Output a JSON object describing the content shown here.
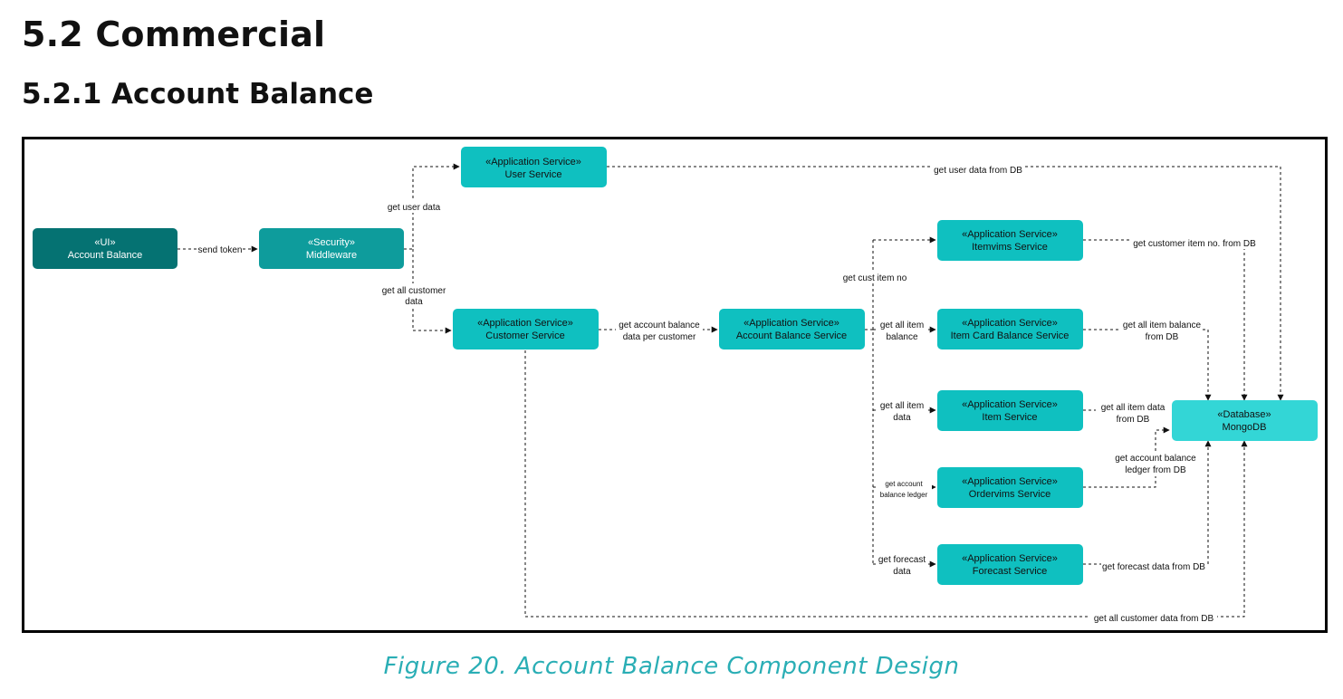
{
  "heading": "5.2 Commercial",
  "subheading": "5.2.1 Account Balance",
  "caption": "Figure 20. Account Balance Component Design",
  "colors": {
    "ui_box": "#057272",
    "security_box": "#0e9c9c",
    "service_box": "#0fc0c0",
    "database_box": "#33d6d6",
    "caption": "#2aaeb5"
  },
  "nodes": {
    "ui": {
      "stereotype": "«UI»",
      "name": "Account Balance"
    },
    "security": {
      "stereotype": "«Security»",
      "name": "Middleware"
    },
    "user_service": {
      "stereotype": "«Application Service»",
      "name": "User Service"
    },
    "customer_service": {
      "stereotype": "«Application Service»",
      "name": "Customer Service"
    },
    "account_balance_service": {
      "stereotype": "«Application Service»",
      "name": "Account Balance Service"
    },
    "itemvims_service": {
      "stereotype": "«Application Service»",
      "name": "Itemvims Service"
    },
    "item_card_balance_service": {
      "stereotype": "«Application Service»",
      "name": "Item Card Balance Service"
    },
    "item_service": {
      "stereotype": "«Application Service»",
      "name": "Item Service"
    },
    "ordervims_service": {
      "stereotype": "«Application Service»",
      "name": "Ordervims Service"
    },
    "forecast_service": {
      "stereotype": "«Application Service»",
      "name": "Forecast Service"
    },
    "mongodb": {
      "stereotype": "«Database»",
      "name": "MongoDB"
    }
  },
  "edges": {
    "send_token": "send token",
    "get_user_data": "get user data",
    "get_all_customer_data": [
      "get all customer",
      "data"
    ],
    "get_account_balance_data": [
      "get account balance",
      "data per customer"
    ],
    "get_cust_item_no": "get cust item no",
    "get_all_item_balance": [
      "get all item",
      "balance"
    ],
    "get_all_item_data": [
      "get all item",
      "data"
    ],
    "get_account_balance_ledger": [
      "get account",
      "balance ledger"
    ],
    "get_forecast_data": [
      "get forecast",
      "data"
    ],
    "get_user_data_from_db": "get user data from DB",
    "get_customer_item_no_from_db": "get customer item no. from DB",
    "get_all_item_balance_from_db": [
      "get all item balance",
      "from DB"
    ],
    "get_all_item_data_from_db": [
      "get all item data",
      "from DB"
    ],
    "get_account_balance_ledger_from_db": [
      "get account balance",
      "ledger from DB"
    ],
    "get_forecast_data_from_db": "get forecast data from DB",
    "get_all_customer_data_from_db": "get all customer data from DB"
  }
}
